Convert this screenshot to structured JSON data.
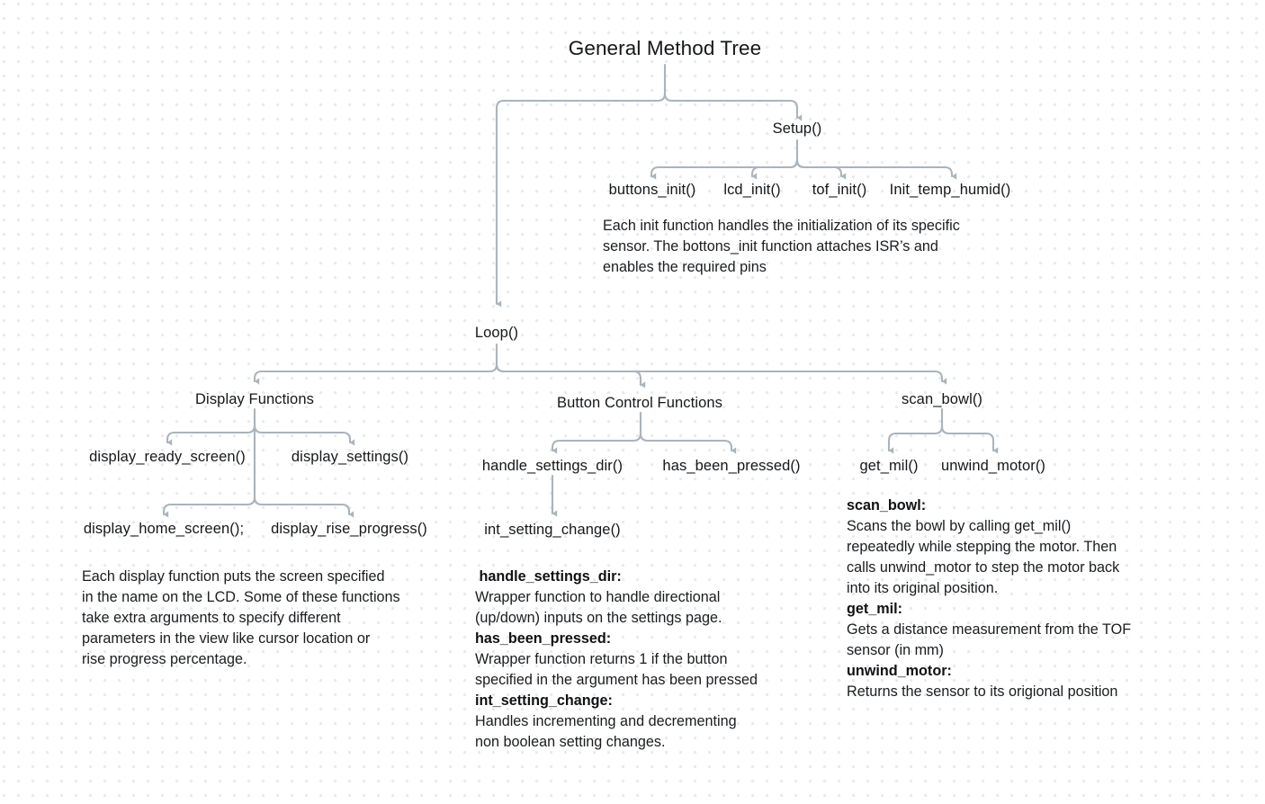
{
  "diagram": {
    "title": "General Method Tree",
    "type": "tree",
    "root": {
      "label": "General Method Tree",
      "children": [
        {
          "label": "Loop()",
          "children": [
            {
              "label": "Display Functions",
              "children": [
                {
                  "label": "display_ready_screen()"
                },
                {
                  "label": "display_settings()"
                },
                {
                  "label": "display_home_screen();"
                },
                {
                  "label": "display_rise_progress()"
                }
              ],
              "note": "Each display function puts the screen specified in the name on the LCD. Some of these functions take extra arguments to specify different parameters in the view like cursor location or rise progress percentage."
            },
            {
              "label": "Button Control Functions",
              "children": [
                {
                  "label": "handle_settings_dir()",
                  "children": [
                    {
                      "label": "int_setting_change()"
                    }
                  ]
                },
                {
                  "label": "has_been_pressed()"
                }
              ]
            },
            {
              "label": "scan_bowl()",
              "children": [
                {
                  "label": "get_mil()"
                },
                {
                  "label": "unwind_motor()"
                }
              ]
            }
          ]
        },
        {
          "label": "Setup()",
          "children": [
            {
              "label": "buttons_init()"
            },
            {
              "label": "lcd_init()"
            },
            {
              "label": "tof_init()"
            },
            {
              "label": "Init_temp_humid()"
            }
          ],
          "note": "Each init function handles the initialization of its specific sensor. The bottons_init function attaches ISR’s and enables the required pins"
        }
      ]
    }
  },
  "nodes": {
    "setup": "Setup()",
    "buttons_init": "buttons_init()",
    "lcd_init": "lcd_init()",
    "tof_init": "tof_init()",
    "init_temp_humid": "Init_temp_humid()",
    "loop": "Loop()",
    "display_functions": "Display Functions",
    "display_ready_screen": "display_ready_screen()",
    "display_settings": "display_settings()",
    "display_home_screen": "display_home_screen();",
    "display_rise_progress": "display_rise_progress()",
    "button_control_functions": "Button Control Functions",
    "handle_settings_dir": "handle_settings_dir()",
    "has_been_pressed": "has_been_pressed()",
    "int_setting_change": "int_setting_change()",
    "scan_bowl": "scan_bowl()",
    "get_mil": "get_mil()",
    "unwind_motor": "unwind_motor()"
  },
  "notes": {
    "setup_note": "Each init function handles the initialization of its specific\nsensor. The bottons_init function attaches ISR’s and\nenables the required pins",
    "display_note": "Each display function puts the screen specified\nin the name on the LCD. Some of these functions\ntake extra arguments to specify different\nparameters in the view like cursor location or\nrise progress percentage.",
    "button_note": {
      "h1": " handle_settings_dir:",
      "b1": "Wrapper function to handle directional\n(up/down) inputs on the settings page.",
      "h2": "has_been_pressed:",
      "b2": "Wrapper function returns 1 if the button\nspecified in the argument has been pressed",
      "h3": "int_setting_change:",
      "b3": "Handles incrementing and decrementing\nnon boolean setting changes."
    },
    "scan_note": {
      "h1": "scan_bowl:",
      "b1": "Scans the bowl by calling get_mil()\nrepeatedly while stepping the motor. Then\ncalls unwind_motor to step the motor back\ninto its original position.",
      "h2": "get_mil:",
      "b2": "Gets a distance measurement from the TOF\nsensor (in mm)",
      "h3": "unwind_motor:",
      "b3": "Returns the sensor to its origional position"
    }
  },
  "colors": {
    "connector": "#aab4bd",
    "text": "#15171a",
    "background": "#ffffff",
    "dot_grid": "#e8eaef"
  }
}
